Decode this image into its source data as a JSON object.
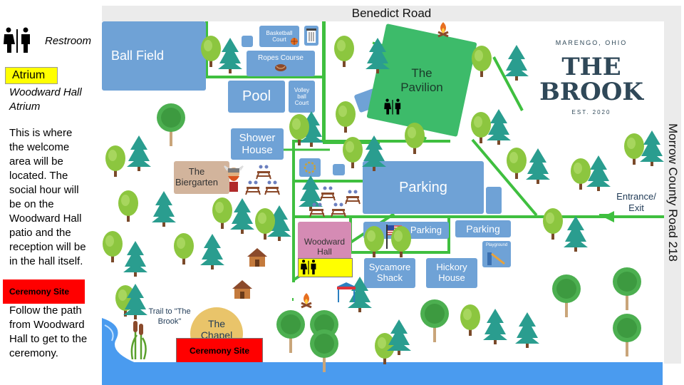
{
  "roads": {
    "top": "Benedict Road",
    "right": "Morrow County Road 218"
  },
  "legend": {
    "restroom_label": "Restroom",
    "atrium_label": "Atrium",
    "atrium_subtitle": "Woodward Hall Atrium",
    "atrium_description": "This is where the welcome area will be located. The social hour will be on the Woodward Hall patio and the reception will be in the hall itself.",
    "ceremony_label": "Ceremony Site",
    "ceremony_description": "Follow the path from Woodward Hall to get to the ceremony.",
    "atrium_color": "#ffff00",
    "ceremony_color": "#ff0000"
  },
  "logo": {
    "location": "MARENGO, OHIO",
    "line1": "THE",
    "line2": "BROOK",
    "established": "EST. 2020"
  },
  "places": {
    "ball_field": "Ball Field",
    "basketball_court": "Basketball Court",
    "ropes_course": "Ropes Course",
    "pool": "Pool",
    "volleyball_court": "Volley ball Court",
    "shower_house": "Shower House",
    "biergarten": "The Biergarten",
    "pavilion": "The Pavilion",
    "parking_main": "Parking",
    "parking_flag": "Parking",
    "parking_small": "Parking",
    "woodward_hall": "Woodward Hall",
    "sycamore_shack": "Sycamore Shack",
    "hickory_house": "Hickory House",
    "playground": "Playground",
    "chapel": "The Chapel",
    "trail": "Trail to \"The Brook\"",
    "entrance": "Entrance/ Exit",
    "ceremony_site": "Ceremony Site"
  },
  "colors": {
    "building": "#6fa2d6",
    "pavilion": "#3dbb6a",
    "path": "#3fbf3f",
    "water": "#4a9bef",
    "chapel": "#e9c46a",
    "biergarten": "#d2b49c",
    "woodward": "#d58bb4",
    "logo": "#2f4858",
    "tree_dark": "#2a9d8f",
    "tree_light": "#8cc63f"
  },
  "icons": [
    "restroom-icon",
    "campfire-icon",
    "trash-can-icon",
    "basketball-icon",
    "picnic-table-icon",
    "cabin-icon",
    "us-flag-icon",
    "tree-icon",
    "canopy-tent-icon",
    "entrance-arrow-icon",
    "viking-mascot-icon",
    "wreath-icon",
    "cattail-icon"
  ]
}
